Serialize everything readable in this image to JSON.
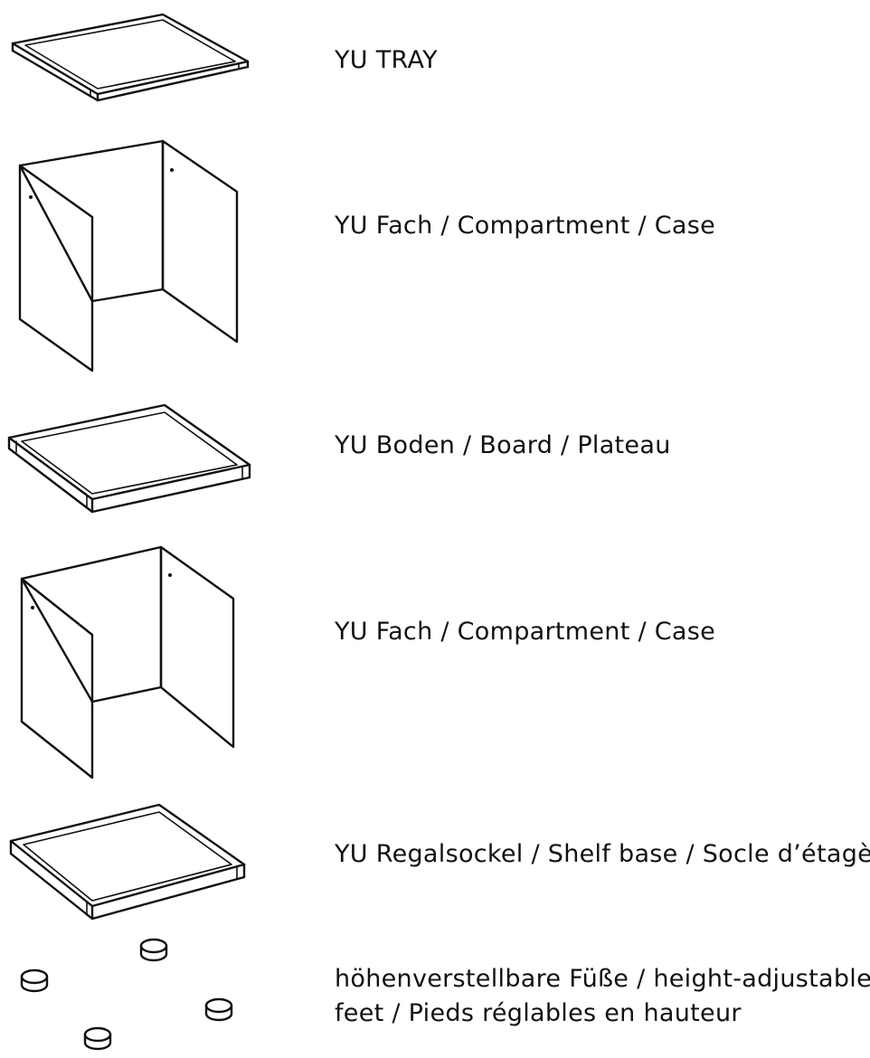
{
  "parts": [
    {
      "id": "tray",
      "icon": "tray-icon",
      "label": "YU TRAY"
    },
    {
      "id": "compartment-upper",
      "icon": "compartment-icon",
      "label": "YU Fach / Compartment / Case"
    },
    {
      "id": "board",
      "icon": "board-icon",
      "label": "YU Boden / Board / Plateau"
    },
    {
      "id": "compartment-lower",
      "icon": "compartment-icon",
      "label": "YU Fach / Compartment / Case"
    },
    {
      "id": "shelf-base",
      "icon": "shelf-base-icon",
      "label": "YU Regalsockel / Shelf base / Socle d’étagère"
    },
    {
      "id": "feet",
      "icon": "adjustable-feet-icon",
      "label_line1": "höhenverstellbare Füße / height-adjustable",
      "label_line2": "feet / Pieds réglables en hauteur"
    }
  ],
  "colors": {
    "line": "#111111",
    "background": "#ffffff"
  }
}
